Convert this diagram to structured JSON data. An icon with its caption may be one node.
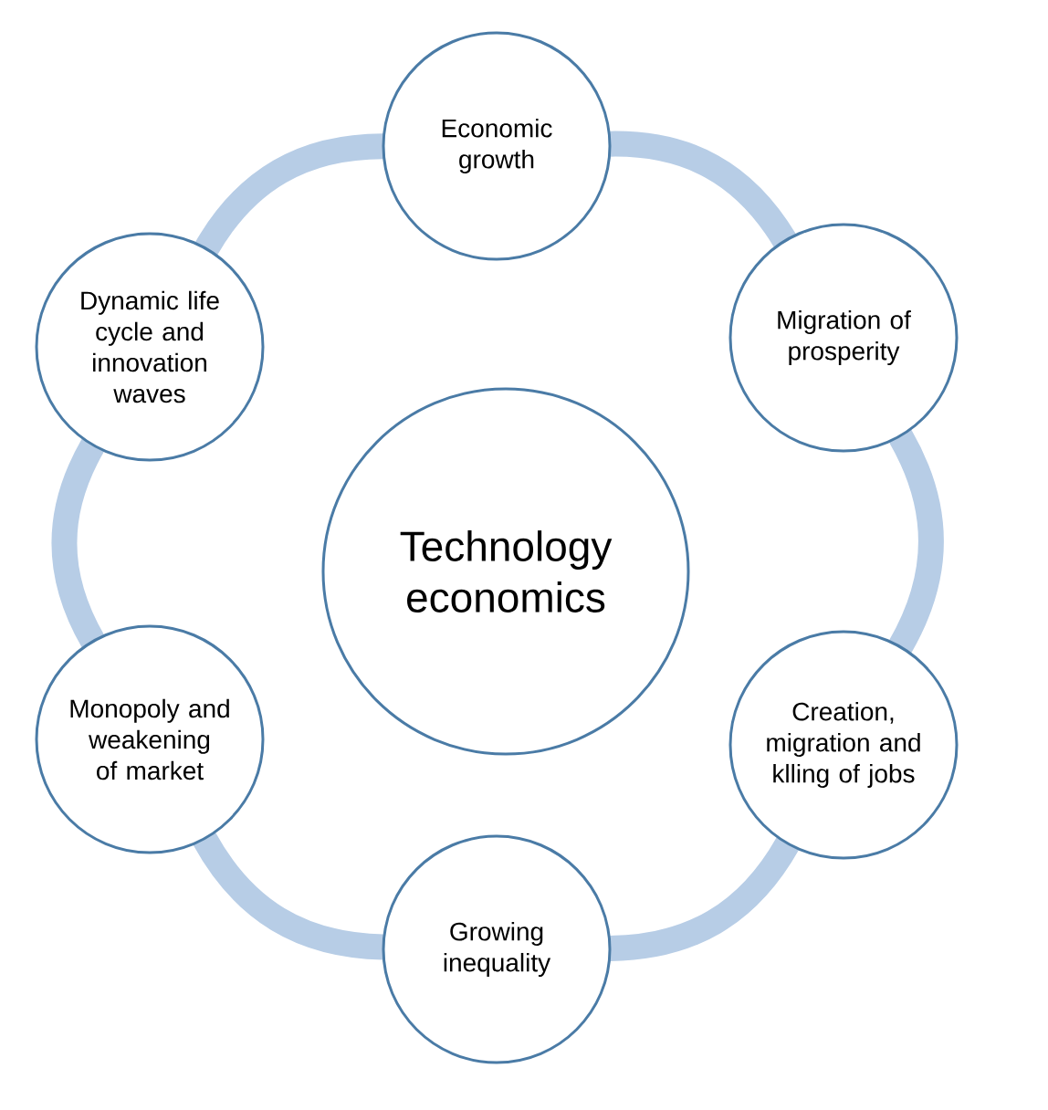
{
  "diagram": {
    "nodes": [
      {
        "text": [
          "Economic growth"
        ]
      },
      {
        "text": [
          "Dynamic life cycle and innovation waves"
        ]
      },
      {
        "text": [
          "Migration of prosperity"
        ]
      },
      {
        "text": [
          "Technology economics"
        ]
      },
      {
        "text": [
          "Monopoly and weakening of market"
        ]
      },
      {
        "text": [
          "Creation, migration and klling of jobs"
        ]
      },
      {
        "text": [
          "Growing inequality"
        ]
      }
    ],
    "edges": [
      {
        "from": 0,
        "to": 2,
        "arrow": "none"
      },
      {
        "from": 2,
        "to": 5,
        "arrow": "none"
      },
      {
        "from": 5,
        "to": 6,
        "arrow": "none"
      },
      {
        "from": 6,
        "to": 4,
        "arrow": "none"
      },
      {
        "from": 4,
        "to": 1,
        "arrow": "none"
      },
      {
        "from": 1,
        "to": 0,
        "arrow": "none"
      }
    ]
  }
}
